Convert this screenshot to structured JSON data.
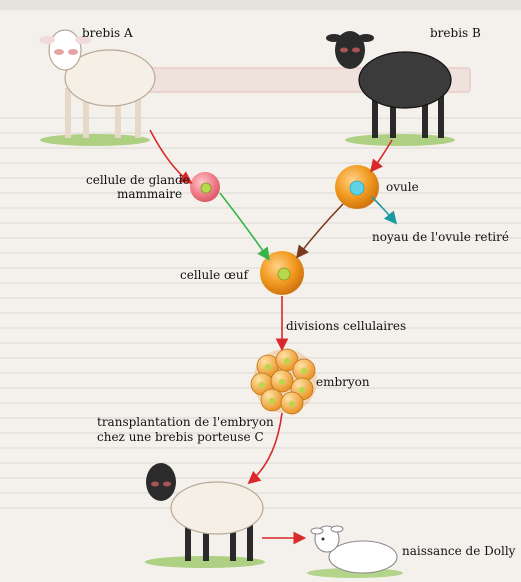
{
  "labels": {
    "ewe_a": "brebis A",
    "ewe_b": "brebis B",
    "mammary_cell_line1": "cellule de glande",
    "mammary_cell_line2": "mammaire",
    "ovum": "ovule",
    "nucleus_removed": "noyau de l'ovule retiré",
    "egg_cell": "cellule œuf",
    "cell_divisions": "divisions cellulaires",
    "embryo": "embryon",
    "transplant_line1": "transplantation de l'embryon",
    "transplant_line2": "chez une brebis porteuse C",
    "birth": "naissance de Dolly"
  },
  "colors": {
    "arrow": "#d9292b",
    "green_arrow": "#39b44a",
    "teal_arrow": "#1a9aa0",
    "dark_arrow": "#7a3a1f",
    "cell_orange": "#f29a1f",
    "cell_pink": "#f07b86",
    "nucleus_green": "#b7d84a",
    "nucleus_cyan": "#5fd2e6"
  },
  "icons": [
    "white-sheep-icon",
    "black-sheep-icon",
    "black-faced-sheep-icon",
    "lamb-icon"
  ]
}
